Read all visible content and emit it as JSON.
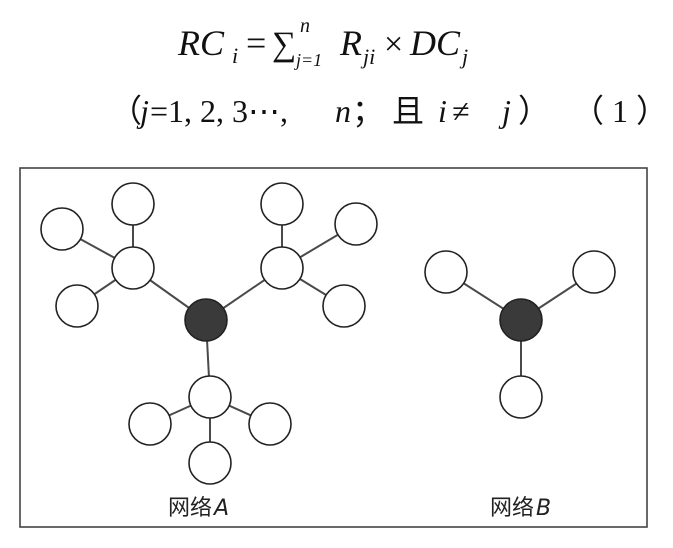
{
  "formula": {
    "lhs_main": "RC",
    "lhs_sub": "i",
    "equals": "=",
    "sigma": "∑",
    "sigma_upper": "n",
    "sigma_lower": "j=1",
    "r_main": "R",
    "r_sub": "ji",
    "times": "×",
    "dc_main": "DC",
    "dc_sub": "j",
    "cond_open": "（",
    "cond_j": "j",
    "cond_values": "=1, 2, 3⋯, ",
    "cond_n": "n",
    "cond_sep": "；  且 ",
    "cond_i": "i",
    "cond_neq": " ≠ ",
    "cond_j2": "j",
    "cond_close": "）",
    "eq_number": "（ 1 ）"
  },
  "network_a": {
    "label_prefix": "网络",
    "label_letter": "A",
    "center": "dark",
    "hubs": 3,
    "leaves_per_hub": 3
  },
  "network_b": {
    "label_prefix": "网络",
    "label_letter": "B",
    "center": "dark",
    "leaves": 3
  },
  "colors": {
    "center_fill": "#3a3a3a",
    "node_fill": "#ffffff",
    "stroke": "#222222"
  }
}
